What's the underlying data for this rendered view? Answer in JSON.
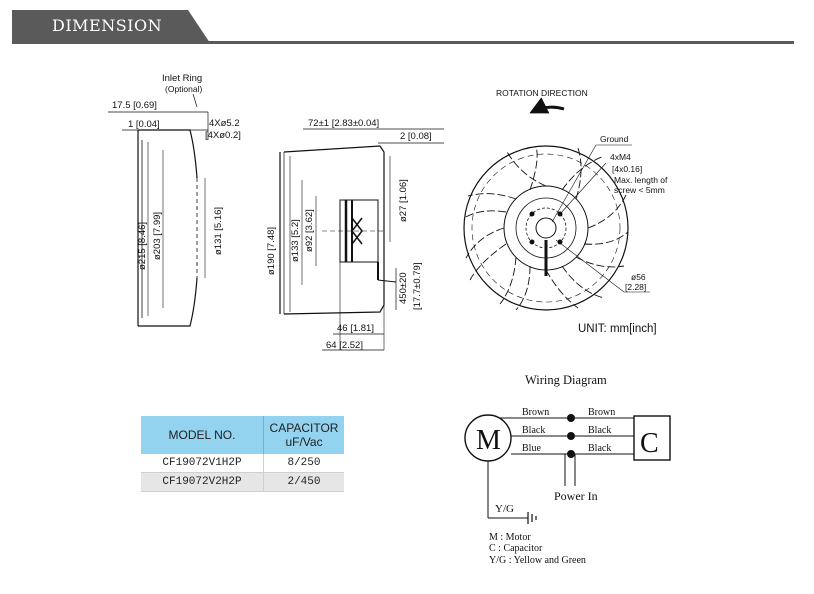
{
  "header": {
    "title": "DIMENSION"
  },
  "inlet_ring": {
    "title": "Inlet Ring",
    "subtitle": "(Optional)",
    "dim_17_5": "17.5 [0.69]",
    "dim_1": "1 [0.04]",
    "dim_4x52": "4Xø5.2",
    "dim_4x02": "[4Xø0.2]",
    "dim_215": "ø215 [8.46]",
    "dim_203": "ø203 [7.99]",
    "dim_131": "ø131 [5.16]"
  },
  "side_view": {
    "dim_72": "72±1 [2.83±0.04]",
    "dim_2": "2 [0.08]",
    "dim_190": "ø190 [7.48]",
    "dim_133": "ø133 [5.2]",
    "dim_92": "ø92 [3.62]",
    "dim_27": "ø27 [1.06]",
    "dim_450": "450±20",
    "dim_177": "[17.7±0.79]",
    "dim_46": "46 [1.81]",
    "dim_64": "64 [2.52]"
  },
  "front_view": {
    "rotation": "ROTATION DIRECTION",
    "ground": "Ground",
    "m4": "4xM4",
    "m4_in": "[4x0.16]",
    "screw1": "Max. length of",
    "screw2": "screw < 5mm",
    "dim_56": "ø56",
    "dim_56_in": "[2.28]",
    "unit": "UNIT: mm[inch]"
  },
  "wiring": {
    "title": "Wiring Diagram",
    "motor": "M",
    "capacitor": "C",
    "brown_l": "Brown",
    "brown_r": "Brown",
    "black_l": "Black",
    "black_r": "Black",
    "blue_l": "Blue",
    "black_r2": "Black",
    "power": "Power In",
    "yg": "Y/G",
    "legend_m": "M : Motor",
    "legend_c": "C : Capacitor",
    "legend_yg": "Y/G : Yellow and Green"
  },
  "table": {
    "col1": "MODEL NO.",
    "col2a": "CAPACITOR",
    "col2b": "uF/Vac",
    "rows": [
      {
        "model": "CF19072V1H2P",
        "cap": "8/250"
      },
      {
        "model": "CF19072V2H2P",
        "cap": "2/450"
      }
    ]
  }
}
